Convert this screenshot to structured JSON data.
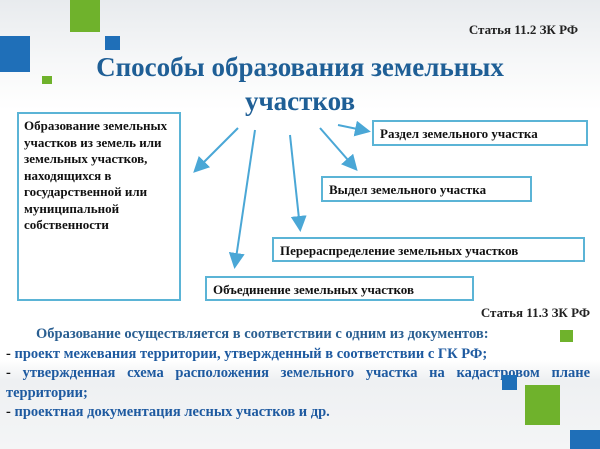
{
  "header": {
    "article_ref": "Статья 11.2 ЗК РФ",
    "title": "Способы образования земельных участков"
  },
  "left_box": {
    "text": "Образование земельных участков из земель или земельных участков, находящихся в государственной или муниципальной собственности"
  },
  "methods": [
    {
      "label": "Раздел земельного участка"
    },
    {
      "label": "Выдел земельного участка"
    },
    {
      "label": "Перераспределение земельных участков"
    },
    {
      "label": "Объединение земельных участков"
    }
  ],
  "documents": {
    "article_ref": "Статья 11.3 ЗК РФ",
    "intro": "Образование осуществляется в соответствии с одним из документов:",
    "items": [
      "проект межевания территории, утвержденный в соответствии с ГК РФ;",
      "утвержденная схема расположения земельного участка на кадастровом плане территории;",
      "проектная документация лесных участков и др."
    ],
    "dash": "-"
  },
  "colors": {
    "accent_blue": "#1f6fb8",
    "accent_green": "#6fb22c",
    "border": "#5bb4d6",
    "title": "#1f5f96"
  }
}
